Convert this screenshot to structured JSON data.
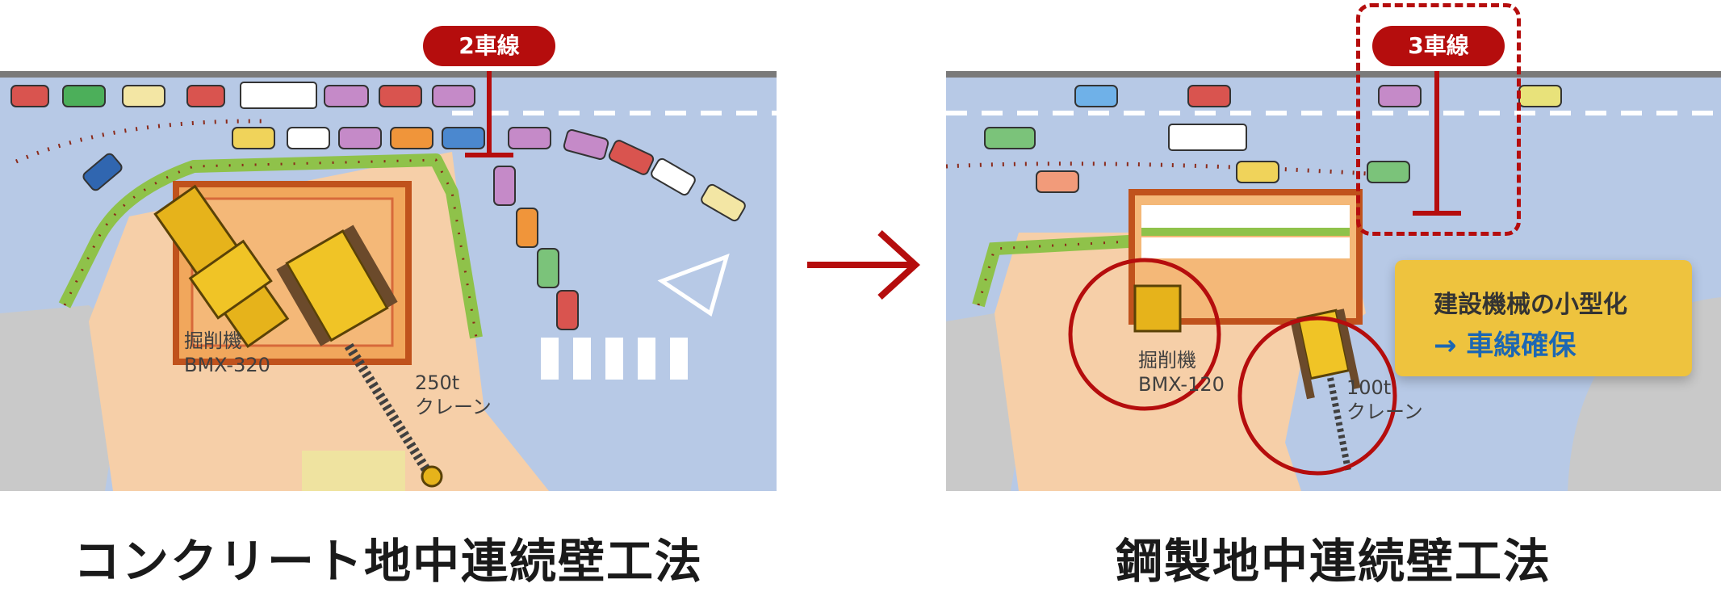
{
  "left": {
    "lane_label": "2車線",
    "excavator_name": "掘削機",
    "excavator_model": "BMX-320",
    "crane_capacity": "250t",
    "crane_type": "クレーン",
    "caption": "コンクリート地中連続壁工法"
  },
  "right": {
    "lane_label": "3車線",
    "excavator_name": "掘削機",
    "excavator_model": "BMX-120",
    "crane_capacity": "100t",
    "crane_type": "クレーン",
    "caption": "鋼製地中連続壁工法"
  },
  "callout": {
    "line1": "建設機械の小型化",
    "line2": "→ 車線確保"
  },
  "colors": {
    "accent_red": "#b50d0d",
    "road": "#b7c9e6",
    "site": "#f6cfa8",
    "green_barrier": "#8fc24a",
    "callout_bg": "#eec33e",
    "callout_text": "#1c67b3"
  },
  "icons": {
    "flow_arrow": "right-arrow-icon"
  }
}
